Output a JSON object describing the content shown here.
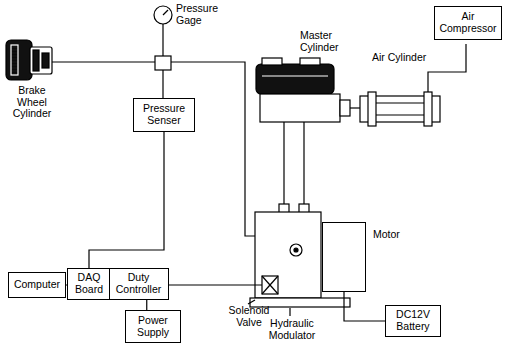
{
  "diagram": {
    "nodes": [
      {
        "text": [
          "Pressure Senser"
        ]
      },
      {
        "text": [
          "Computer"
        ]
      },
      {
        "text": [
          "DAQ Board"
        ]
      },
      {
        "text": [
          "Duty Controller"
        ]
      },
      {
        "text": [
          "Power Supply"
        ]
      },
      {
        "text": [
          "Motor"
        ]
      },
      {
        "text": [
          "DC12V Battery"
        ]
      },
      {
        "text": [
          "Air Compressor"
        ]
      }
    ],
    "edges": [
      {
        "from": 0,
        "to": 2,
        "arrow": "none"
      },
      {
        "from": 1,
        "to": 2,
        "arrow": "none"
      },
      {
        "from": 2,
        "to": 3,
        "arrow": "none"
      },
      {
        "from": 3,
        "to": 4,
        "arrow": "none"
      },
      {
        "from": 5,
        "to": 6,
        "arrow": "none"
      }
    ],
    "labels": [
      "Pressure Gage",
      "Brake Wheel Cylinder",
      "Master Cylinder",
      "Air Cylinder",
      "Solenoid Valve",
      "Hydraulic Modulator"
    ]
  }
}
